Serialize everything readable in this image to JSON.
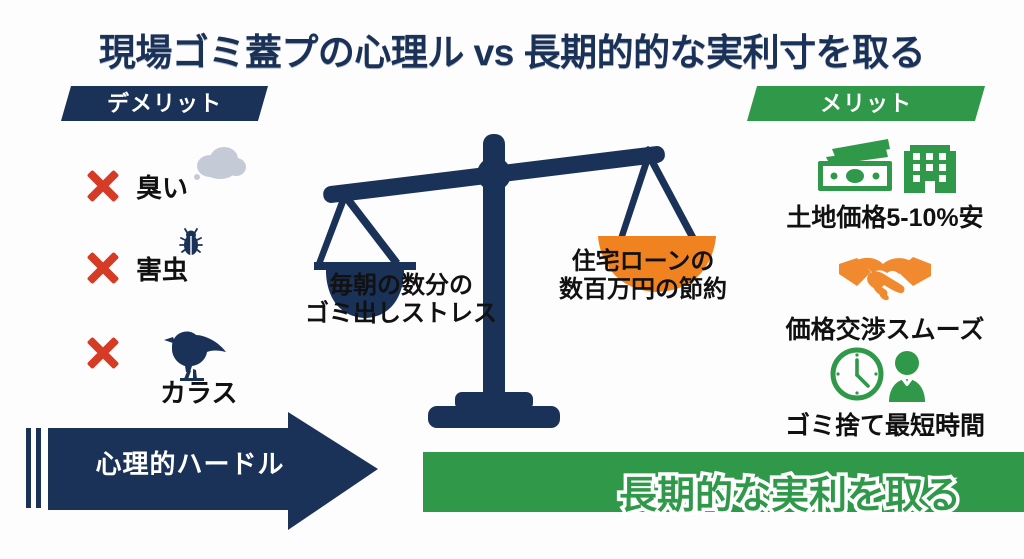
{
  "page": {
    "title": "現場ゴミ蓋プの心理ル vs 長期的的な実利寸を取る"
  },
  "colors": {
    "navy": "#1b3258",
    "green": "#2f9949",
    "orange": "#f18220",
    "red_x": "#d63b26",
    "text_dark": "#111111",
    "white": "#ffffff"
  },
  "badges": {
    "demerit": "デメリット",
    "merit": "メリット"
  },
  "demerits": [
    {
      "label": "臭い",
      "icon": "cloud-icon",
      "mark": "x-mark-icon"
    },
    {
      "label": "害虫",
      "icon": "bug-icon",
      "mark": "x-mark-icon"
    },
    {
      "label": "カラス",
      "icon": "crow-icon",
      "mark": "x-mark-icon"
    }
  ],
  "scale": {
    "icon": "balance-scale-icon",
    "left_pan_color": "#1b3258",
    "right_pan_color": "#f18220",
    "left_text_line1": "毎朝の数分の",
    "left_text_line2": "ゴミ出しストレス",
    "right_text_line1": "住宅ローンの",
    "right_text_line2": "数百万円の節約"
  },
  "merits": [
    {
      "label": "土地価格5-10%安",
      "icon": "money-building-icon"
    },
    {
      "label": "価格交渉スムーズ",
      "icon": "handshake-icon"
    },
    {
      "label": "ゴミ捨て最短時間",
      "icon": "clock-businessman-icon"
    }
  ],
  "arrow": {
    "label": "心理的ハードル",
    "icon": "right-arrow-icon"
  },
  "banner": {
    "label": "長期的な実利を取る"
  }
}
